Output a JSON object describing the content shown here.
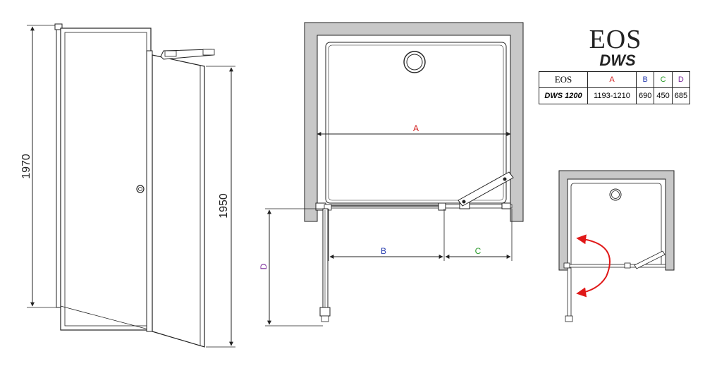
{
  "brand": {
    "title": "EOS",
    "subtitle": "DWS"
  },
  "colors": {
    "A": "#d22020",
    "B": "#2a3fb0",
    "C": "#2a9a2a",
    "D": "#7a2a9a",
    "rotation_arrow": "#e01818",
    "line": "#222222",
    "wall": "#c8c8c8"
  },
  "spec_table": {
    "headers": [
      "EOS",
      "A",
      "B",
      "C",
      "D"
    ],
    "rows": [
      {
        "model": "DWS 1200",
        "A": "1193-1210",
        "B": "690",
        "C": "450",
        "D": "685"
      }
    ]
  },
  "door_elevation": {
    "total_height_label": "1970",
    "door_height_label": "1950"
  },
  "plan_view": {
    "labels": {
      "A": "A",
      "B": "B",
      "C": "C",
      "D": "D"
    }
  },
  "mini_plan": {
    "rotation_icon": "double-arrow-rotation-icon"
  }
}
